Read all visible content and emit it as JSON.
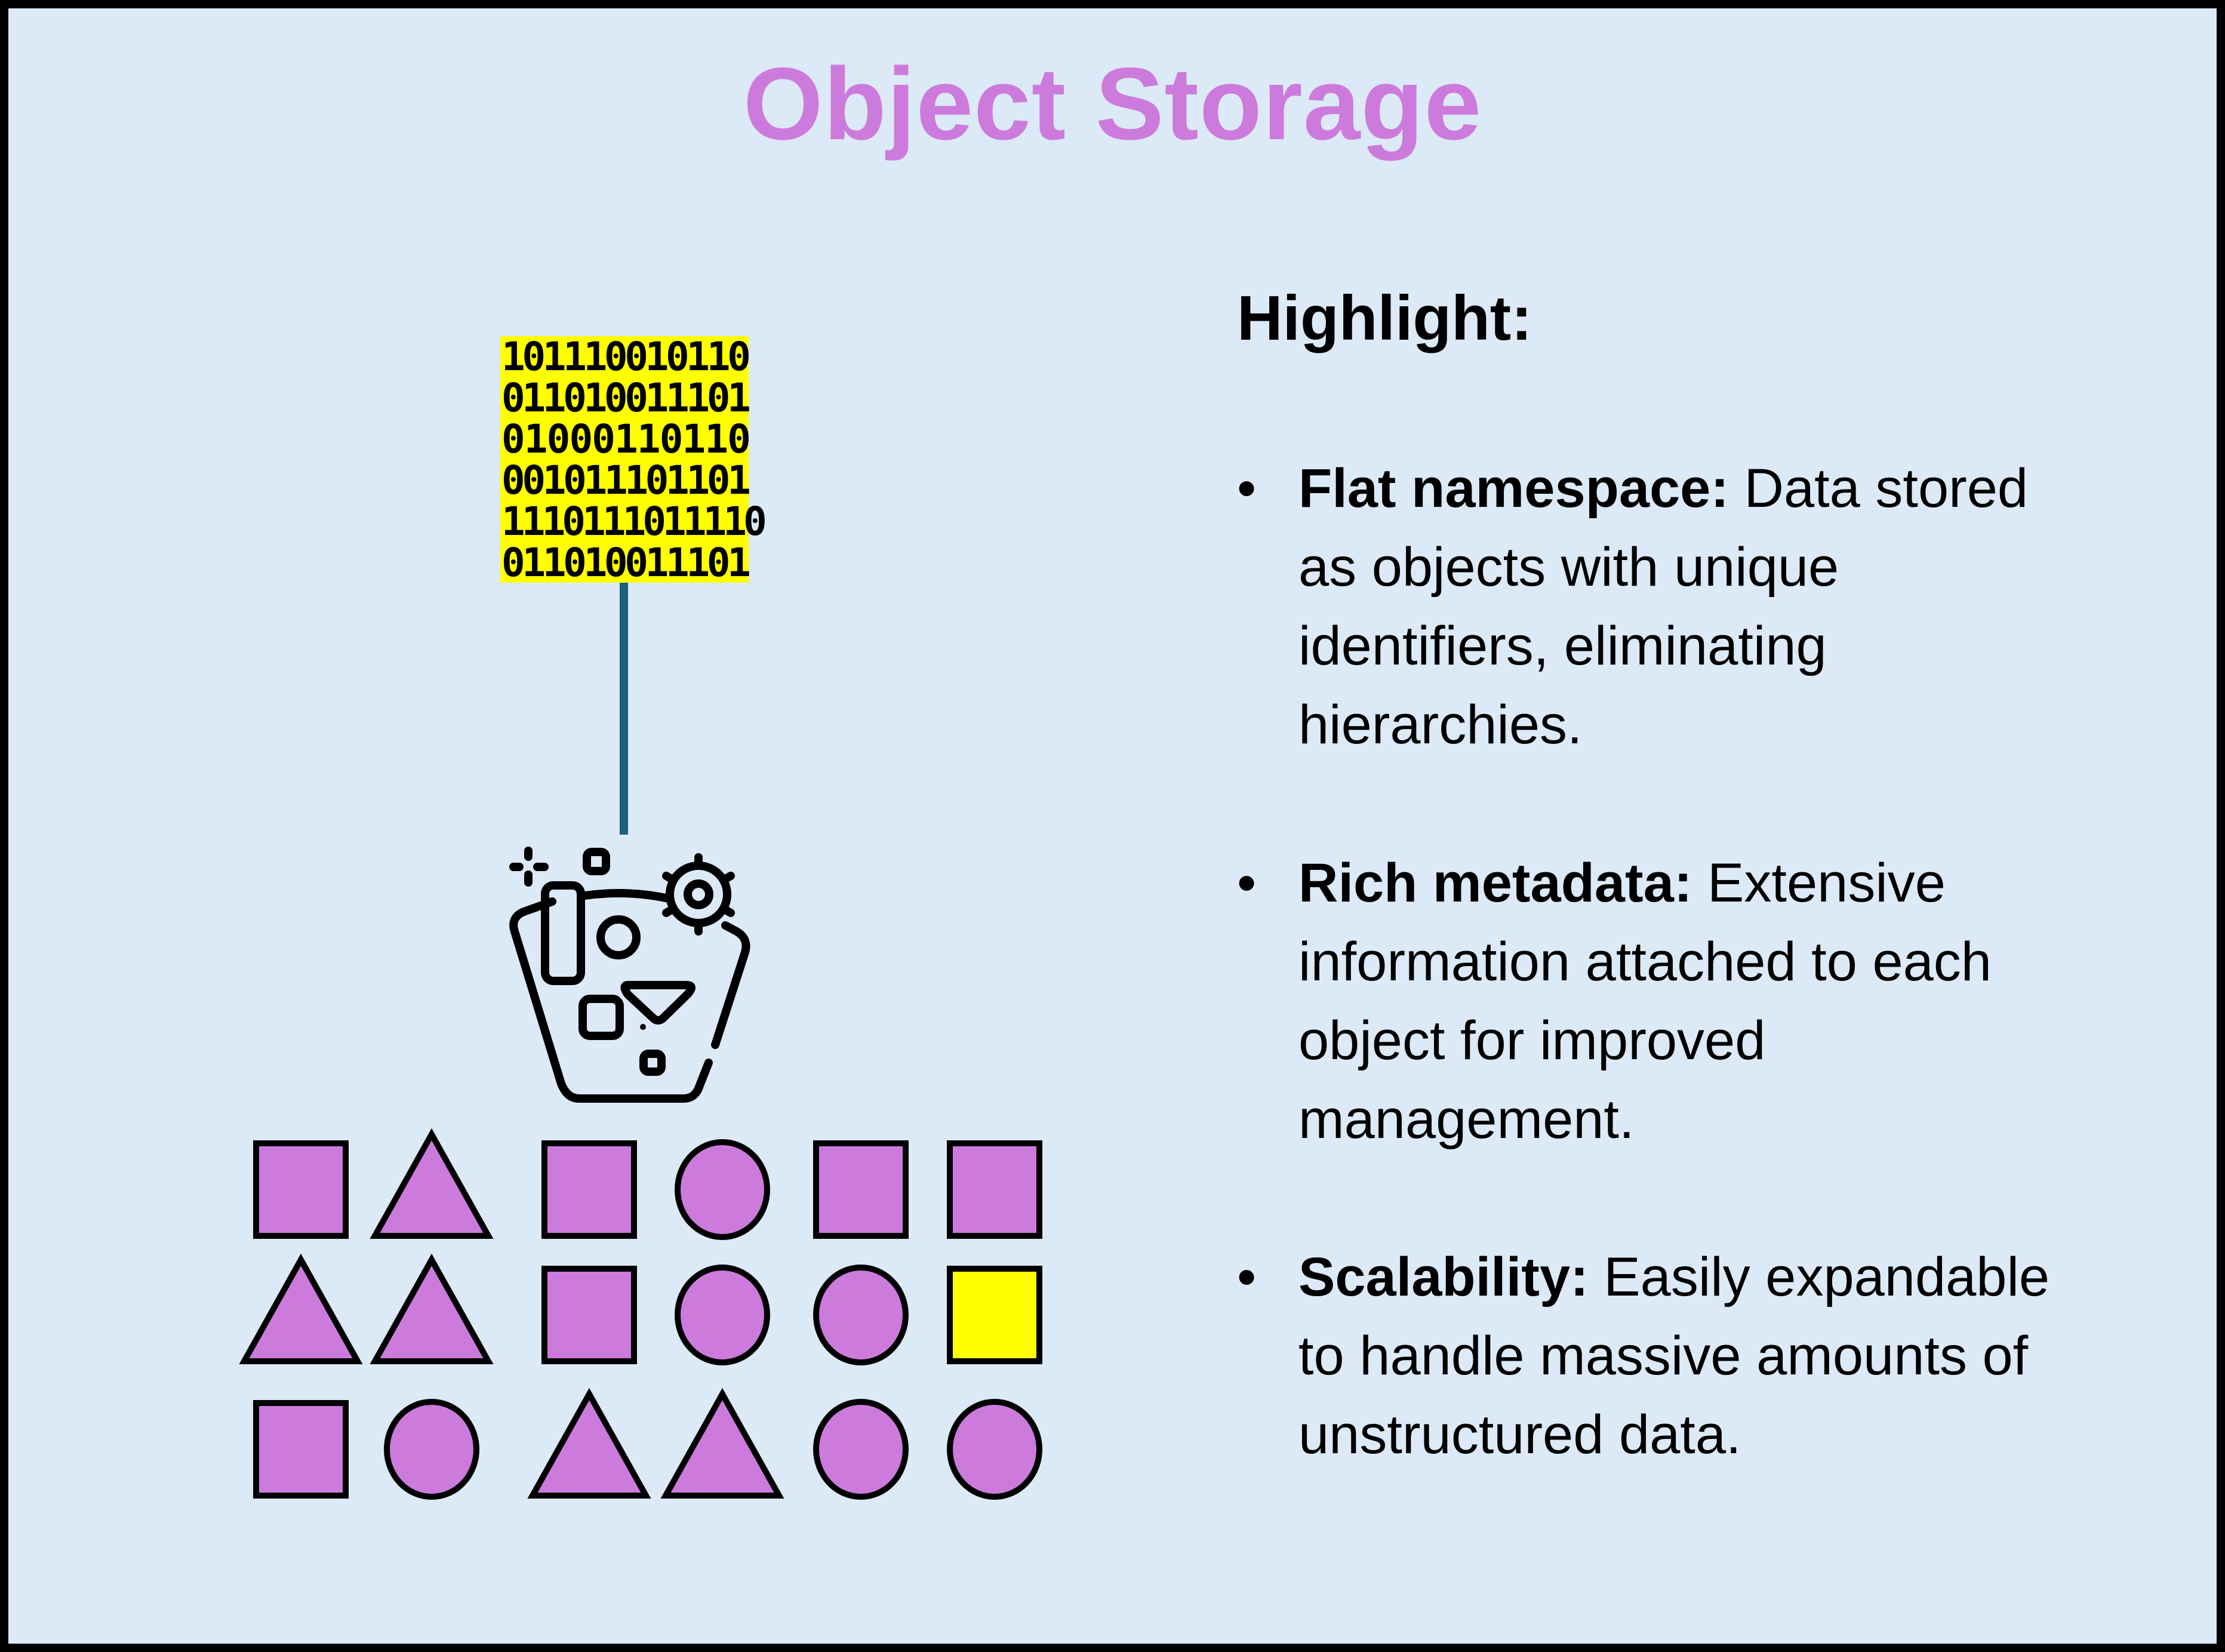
{
  "title": "Object Storage",
  "colors": {
    "background": "#dce9f6",
    "border": "#000000",
    "title": "#cc7bdc",
    "shape_fill": "#cc7bdc",
    "highlight_shape_fill": "#ffff00",
    "binary_background": "#ffff00",
    "connector": "#1a5f80"
  },
  "binary_rows": [
    "101110010110",
    "011010011101",
    "010001101 10",
    "001011101101",
    "111011101111 0",
    "011010011101"
  ],
  "binary_grid": [
    [
      "1",
      "0",
      "1",
      "1",
      "1",
      "0",
      "0",
      "1",
      "0",
      "1",
      "1",
      "0"
    ],
    [
      "0",
      "1",
      "1",
      "0",
      "1",
      "0",
      "0",
      "1",
      "1",
      "1",
      "0",
      "1"
    ],
    [
      "0",
      "1",
      "0",
      "0",
      "0",
      "1",
      "1",
      "0",
      "1",
      "1",
      "0"
    ],
    [
      "0",
      "0",
      "1",
      "0",
      "1",
      "1",
      "1",
      "0",
      "1",
      "1",
      "0",
      "1"
    ],
    [
      "1",
      "1",
      "1",
      "0",
      "1",
      "1",
      "1",
      "0",
      "1",
      "1",
      "1",
      "1",
      "0"
    ],
    [
      "0",
      "1",
      "1",
      "0",
      "1",
      "0",
      "0",
      "1",
      "1",
      "1",
      "0",
      "1"
    ]
  ],
  "icons": {
    "bucket": "object-bucket-icon",
    "gear": "gear-icon",
    "sparkle": "sparkle-icon"
  },
  "shapes": [
    [
      "square",
      "triangle",
      "square",
      "circle",
      "square",
      "square"
    ],
    [
      "triangle",
      "triangle",
      "square",
      "circle",
      "circle",
      "square-highlight"
    ],
    [
      "square",
      "circle",
      "triangle",
      "triangle",
      "circle",
      "circle"
    ]
  ],
  "highlight": {
    "heading": "Highlight:",
    "bullet_char": "•",
    "items": [
      {
        "term": "Flat namespace:",
        "desc": " Data stored as objects with unique identifiers, eliminating hierarchies."
      },
      {
        "term": "Rich metadata:",
        "desc": " Extensive information attached to each object for improved management."
      },
      {
        "term": "Scalability:",
        "desc": " Easily expandable to handle massive amounts of unstructured data."
      }
    ]
  }
}
